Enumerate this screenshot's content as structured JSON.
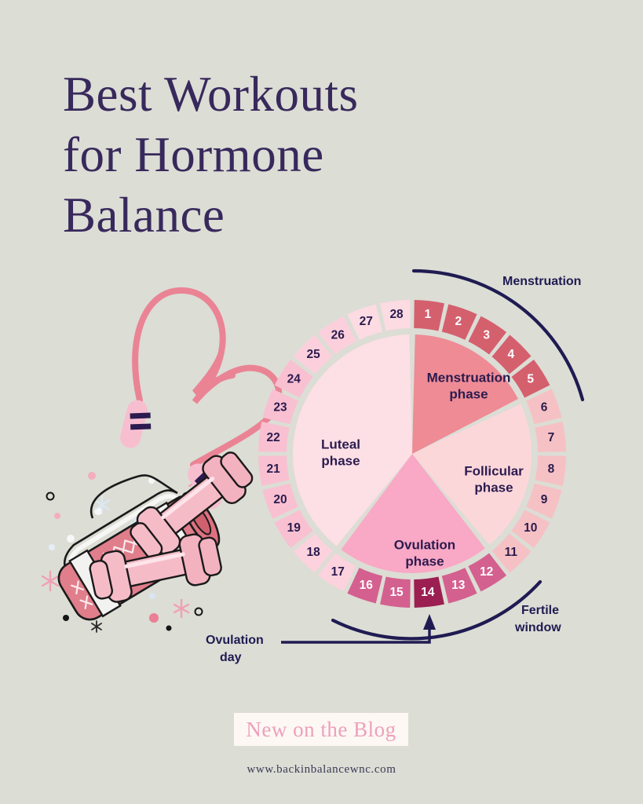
{
  "background_color": "#dcddd5",
  "title": {
    "lines": [
      "Best Workouts",
      "for Hormone",
      "Balance"
    ],
    "color": "#38295c"
  },
  "footer": {
    "badge_label": "New on the Blog",
    "badge_text_color": "#eda0bd",
    "badge_bg_color": "#fdf8f4",
    "website": "www.backinbalancewnc.com"
  },
  "annotations": {
    "menstruation": "Menstruation",
    "fertile_window_line1": "Fertile",
    "fertile_window_line2": "window",
    "ovulation_day_line1": "Ovulation",
    "ovulation_day_line2": "day",
    "annotation_color": "#1f1b52"
  },
  "chart_data": {
    "type": "pie",
    "title": "Menstrual cycle phase wheel",
    "cycle_length_days": 28,
    "categories": [
      "Menstruation phase",
      "Follicular phase",
      "Ovulation phase",
      "Luteal phase"
    ],
    "values": [
      5,
      6,
      6,
      11
    ],
    "series": [
      {
        "name": "Menstruation phase",
        "label": "Menstruation phase",
        "days": [
          1,
          2,
          3,
          4,
          5
        ],
        "day_count": 5,
        "start_angle_deg": 0,
        "end_angle_deg": 64,
        "wedge_color": "#ee8b95",
        "label_x": 597,
        "label_y": 482
      },
      {
        "name": "Follicular phase",
        "label": "Follicular phase",
        "days": [
          6,
          7,
          8,
          9,
          10,
          11
        ],
        "day_count": 6,
        "start_angle_deg": 64,
        "end_angle_deg": 141,
        "wedge_color": "#fcd7da",
        "label_x": 629,
        "label_y": 601
      },
      {
        "name": "Ovulation phase",
        "label": "Ovulation phase",
        "days": [
          12,
          13,
          14,
          15,
          16,
          17
        ],
        "day_count": 6,
        "start_angle_deg": 141,
        "end_angle_deg": 218,
        "wedge_color": "#f9a8c5",
        "label_x": 541,
        "label_y": 695
      },
      {
        "name": "Luteal phase",
        "label": "Luteal phase",
        "days": [
          18,
          19,
          20,
          21,
          22,
          23,
          24,
          25,
          26,
          27,
          28
        ],
        "day_count": 11,
        "start_angle_deg": 218,
        "end_angle_deg": 360,
        "wedge_color": "#fddfe6",
        "label_x": 434,
        "label_y": 567
      }
    ],
    "day_segments": [
      {
        "day": 1,
        "color": "#d4606e",
        "text_color": "light"
      },
      {
        "day": 2,
        "color": "#d4606e",
        "text_color": "light"
      },
      {
        "day": 3,
        "color": "#d4606e",
        "text_color": "light"
      },
      {
        "day": 4,
        "color": "#d4606e",
        "text_color": "light"
      },
      {
        "day": 5,
        "color": "#d4606e",
        "text_color": "light"
      },
      {
        "day": 6,
        "color": "#f6c1c4",
        "text_color": "dark"
      },
      {
        "day": 7,
        "color": "#f6c1c4",
        "text_color": "dark"
      },
      {
        "day": 8,
        "color": "#f6c1c4",
        "text_color": "dark"
      },
      {
        "day": 9,
        "color": "#f6c1c4",
        "text_color": "dark"
      },
      {
        "day": 10,
        "color": "#f6c1c4",
        "text_color": "dark"
      },
      {
        "day": 11,
        "color": "#f6c1c4",
        "text_color": "dark"
      },
      {
        "day": 12,
        "color": "#d4608f",
        "text_color": "light"
      },
      {
        "day": 13,
        "color": "#d4608f",
        "text_color": "light"
      },
      {
        "day": 14,
        "color": "#9c1f52",
        "text_color": "light"
      },
      {
        "day": 15,
        "color": "#d4608f",
        "text_color": "light"
      },
      {
        "day": 16,
        "color": "#d4608f",
        "text_color": "light"
      },
      {
        "day": 17,
        "color": "#fbd2dd",
        "text_color": "dark"
      },
      {
        "day": 18,
        "color": "#fbd2dd",
        "text_color": "dark"
      },
      {
        "day": 19,
        "color": "#f9c0d2",
        "text_color": "dark"
      },
      {
        "day": 20,
        "color": "#f9c0d2",
        "text_color": "dark"
      },
      {
        "day": 21,
        "color": "#f9c0d2",
        "text_color": "dark"
      },
      {
        "day": 22,
        "color": "#f9c0d2",
        "text_color": "dark"
      },
      {
        "day": 23,
        "color": "#f9c0d2",
        "text_color": "dark"
      },
      {
        "day": 24,
        "color": "#f9c0d2",
        "text_color": "dark"
      },
      {
        "day": 25,
        "color": "#fbd0dc",
        "text_color": "dark"
      },
      {
        "day": 26,
        "color": "#fbd0dc",
        "text_color": "dark"
      },
      {
        "day": 27,
        "color": "#fcdbe3",
        "text_color": "dark"
      },
      {
        "day": 28,
        "color": "#fcdbe3",
        "text_color": "dark"
      }
    ],
    "arcs": [
      {
        "name": "menstruation-arc",
        "covers_days": [
          1,
          5
        ],
        "color": "#1f1b52"
      },
      {
        "name": "fertile-window-arc",
        "covers_days": [
          12,
          16
        ],
        "color": "#1f1b52"
      }
    ],
    "markers": [
      {
        "name": "ovulation-day-marker",
        "day": 14,
        "color": "#1f1b52"
      }
    ],
    "center": {
      "x": 525,
      "y": 578
    },
    "radii": {
      "pie_outer": 152,
      "ring_inner": 160,
      "ring_outer": 196
    },
    "legend_position": "outside-right",
    "grid": false
  },
  "illustrations": {
    "jump_rope": {
      "name": "heart-shaped-jump-rope",
      "rope_color": "#ea8495",
      "handle_color": "#f7bed0",
      "stripe_color": "#2b1b4e"
    },
    "yoga_mat": {
      "name": "rolled-yoga-mat",
      "mat_color": "#e07e8c",
      "strap_color": "#f2f2f0"
    },
    "dumbbells": {
      "name": "dumbbells",
      "color": "#f5bcc8"
    }
  }
}
